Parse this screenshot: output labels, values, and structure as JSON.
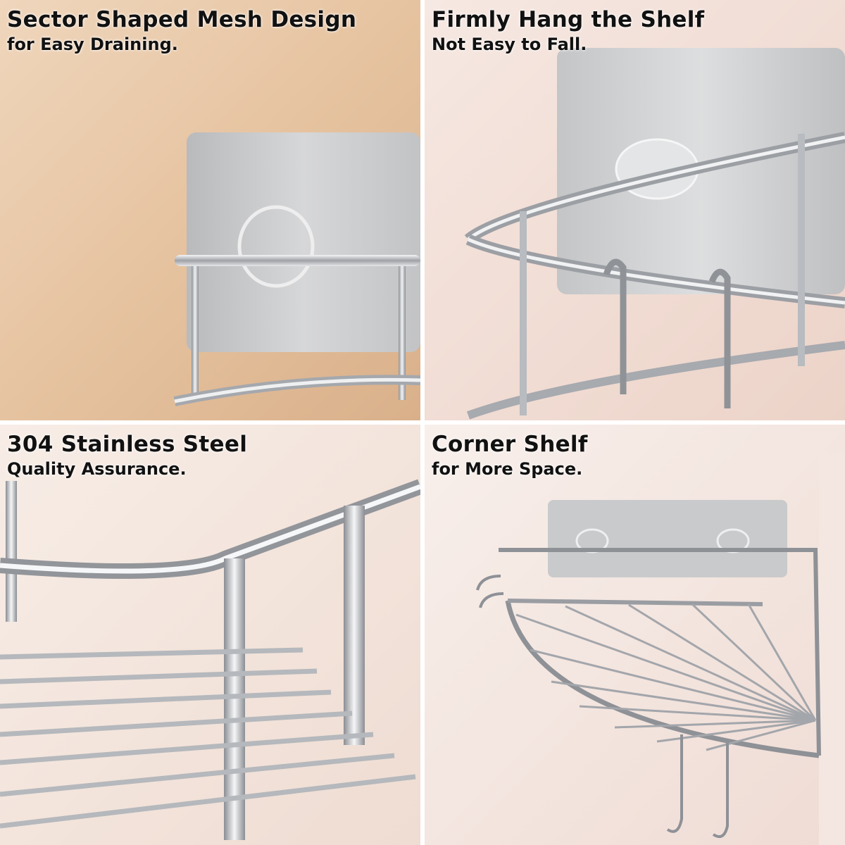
{
  "panels": [
    {
      "title": "Sector Shaped Mesh Design",
      "subtitle": "for Easy Draining."
    },
    {
      "title": "Firmly Hang the Shelf",
      "subtitle": "Not Easy to Fall."
    },
    {
      "title": "304 Stainless Steel",
      "subtitle": "Quality Assurance."
    },
    {
      "title": "Corner Shelf",
      "subtitle": "for More Space."
    }
  ],
  "colors": {
    "steel": "#c9cbce",
    "steel_dark": "#7a7d82",
    "wall_warm": "#e8c9a8",
    "marble": "#f3e6e1",
    "plate": "#cfd0d2"
  }
}
